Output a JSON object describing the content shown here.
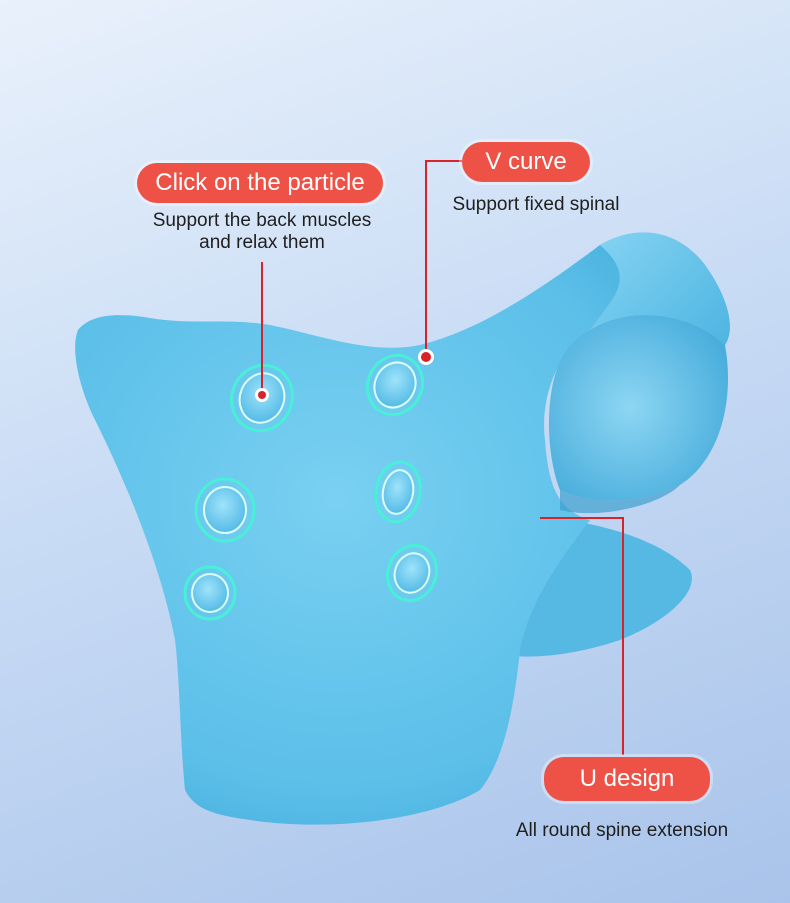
{
  "callouts": {
    "particle": {
      "label": "Click on the particle",
      "line1": "Support the back muscles",
      "line2": "and relax them"
    },
    "v_curve": {
      "label": "V curve",
      "description": "Support fixed spinal"
    },
    "u_design": {
      "label": "U design",
      "description": "All round spine extension"
    }
  },
  "colors": {
    "pill": "#ee5247",
    "leader_line": "#d8232a",
    "pillow": "#5bc0e8",
    "glow_ring": "#48f0d8"
  }
}
